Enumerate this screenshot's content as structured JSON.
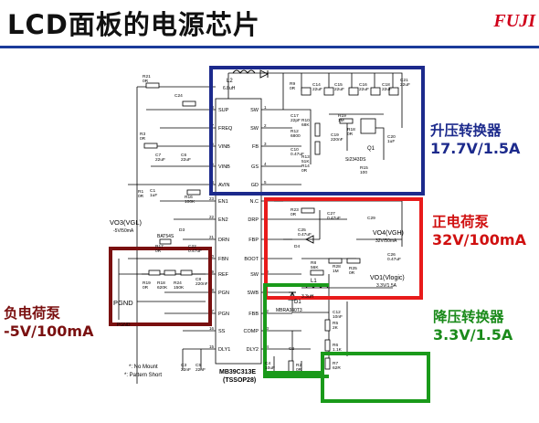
{
  "header": {
    "title": "LCD面板的电源芯片",
    "logo": "FUJI"
  },
  "callouts": {
    "boost": {
      "name": "升压转换器",
      "spec": "17.7V/1.5A",
      "color": "#1c2a8c"
    },
    "pos_pump": {
      "name": "正电荷泵",
      "spec": "32V/100mA",
      "color": "#d01010"
    },
    "neg_pump": {
      "name": "负电荷泵",
      "spec": "-5V/100mA",
      "color": "#7a1010"
    },
    "buck": {
      "name": "降压转换器",
      "spec": "3.3V/1.5A",
      "color": "#1a8a1a"
    }
  },
  "ic": {
    "part": "MB39C313E",
    "package": "(TSSOP28)",
    "left_pins": [
      {
        "num": "28",
        "name": "SUP"
      },
      {
        "num": "27",
        "name": "FREQ"
      },
      {
        "num": "26",
        "name": "VINB"
      },
      {
        "num": "25",
        "name": "VINB"
      },
      {
        "num": "24",
        "name": "AVIN"
      },
      {
        "num": "23",
        "name": "EN1"
      },
      {
        "num": "22",
        "name": "EN2"
      },
      {
        "num": "21",
        "name": "DRN"
      },
      {
        "num": "20",
        "name": "FBN"
      },
      {
        "num": "19",
        "name": "REF"
      },
      {
        "num": "18",
        "name": "PGN"
      },
      {
        "num": "17",
        "name": "PGN"
      },
      {
        "num": "16",
        "name": "SS"
      },
      {
        "num": "15",
        "name": "DLY1"
      }
    ],
    "right_pins": [
      {
        "num": "1",
        "name": "SW"
      },
      {
        "num": "2",
        "name": "SW"
      },
      {
        "num": "3",
        "name": "FB"
      },
      {
        "num": "4",
        "name": "GS"
      },
      {
        "num": "5",
        "name": "GD"
      },
      {
        "num": "6",
        "name": "N.C"
      },
      {
        "num": "7",
        "name": "DRP"
      },
      {
        "num": "8",
        "name": "FBP"
      },
      {
        "num": "9",
        "name": "BOOT"
      },
      {
        "num": "10",
        "name": "SW"
      },
      {
        "num": "11",
        "name": "SWB"
      },
      {
        "num": "12",
        "name": "FBB"
      },
      {
        "num": "13",
        "name": "COMP"
      },
      {
        "num": "14",
        "name": "DLY2"
      }
    ]
  },
  "labels": {
    "vo3": "VO3(VGL)",
    "vo3_spec": "-5V/50mA",
    "vo4": "VO4(VGH)",
    "vo4_spec": "32V/50mA",
    "vo1": "VO1(Vlogic)",
    "vo1_spec": "3.3V/1.5A",
    "pgnd": "PGND",
    "pgnd_small": "PGND",
    "l2": "L2",
    "l2_val": "6.8uH",
    "l1": "L1",
    "l1_val": "3.3uH",
    "q1": "Q1",
    "q1_part": "Si2343DS",
    "d1": "D1",
    "d1_part": "MBRA340T3",
    "note_nomount": "*: No Mount",
    "note_short": "*: Pattern Short",
    "batt": "BAT54S"
  },
  "parts": [
    {
      "id": "r21",
      "ref": "R21",
      "val": "0R"
    },
    {
      "id": "c24",
      "ref": "C24",
      "val": ""
    },
    {
      "id": "r3",
      "ref": "R3",
      "val": "0R"
    },
    {
      "id": "c7",
      "ref": "C7",
      "val": "22uF"
    },
    {
      "id": "c6",
      "ref": "C6",
      "val": "22uF"
    },
    {
      "id": "c1",
      "ref": "C1",
      "val": "1uF"
    },
    {
      "id": "r1",
      "ref": "R1",
      "val": "0R"
    },
    {
      "id": "r9",
      "ref": "R9",
      "val": "0R"
    },
    {
      "id": "c14",
      "ref": "C14",
      "val": "22uF"
    },
    {
      "id": "c15",
      "ref": "C15",
      "val": "22uF"
    },
    {
      "id": "c16",
      "ref": "C16",
      "val": "22uF"
    },
    {
      "id": "c18",
      "ref": "C18",
      "val": "22uF"
    },
    {
      "id": "c21",
      "ref": "C21",
      "val": "22uF"
    },
    {
      "id": "c17",
      "ref": "C17",
      "val": "22pF"
    },
    {
      "id": "r10",
      "ref": "R10",
      "val": "68K"
    },
    {
      "id": "r12",
      "ref": "R12",
      "val": "6800"
    },
    {
      "id": "r19",
      "ref": "R19",
      "val": "1M"
    },
    {
      "id": "c19",
      "ref": "C19",
      "val": "220nF"
    },
    {
      "id": "r18",
      "ref": "R18",
      "val": "0R"
    },
    {
      "id": "c20",
      "ref": "C20",
      "val": "1uF"
    },
    {
      "id": "c10",
      "ref": "C10",
      "val": "0.47uF"
    },
    {
      "id": "r13",
      "ref": "R13",
      "val": "51K"
    },
    {
      "id": "r14",
      "ref": "R14",
      "val": "0R"
    },
    {
      "id": "r15",
      "ref": "R15",
      "val": "100"
    },
    {
      "id": "r16",
      "ref": "R16",
      "val": "100K"
    },
    {
      "id": "r17",
      "ref": "R17",
      "val": "0R"
    },
    {
      "id": "c22",
      "ref": "C22",
      "val": "0.47uF"
    },
    {
      "id": "d3",
      "ref": "D3",
      "val": ""
    },
    {
      "id": "r23",
      "ref": "R23",
      "val": "0R"
    },
    {
      "id": "c27",
      "ref": "C27",
      "val": "0.47uF"
    },
    {
      "id": "c29",
      "ref": "C29",
      "val": ""
    },
    {
      "id": "d4",
      "ref": "D4",
      "val": ""
    },
    {
      "id": "c25",
      "ref": "C25",
      "val": "0.47uF"
    },
    {
      "id": "r28",
      "ref": "R28",
      "val": "1M"
    },
    {
      "id": "r25",
      "ref": "R25",
      "val": "0R"
    },
    {
      "id": "r8",
      "ref": "R8",
      "val": "56K"
    },
    {
      "id": "c26",
      "ref": "C26",
      "val": "0.47uF"
    },
    {
      "id": "r19n",
      "ref": "R19",
      "val": "0R"
    },
    {
      "id": "r18n",
      "ref": "R18",
      "val": "620K"
    },
    {
      "id": "r24",
      "ref": "R24",
      "val": "150K"
    },
    {
      "id": "c8",
      "ref": "C8",
      "val": "220nF"
    },
    {
      "id": "c12",
      "ref": "C12",
      "val": "10nF"
    },
    {
      "id": "r5",
      "ref": "R5",
      "val": "2K"
    },
    {
      "id": "r6",
      "ref": "R6",
      "val": "1.1K"
    },
    {
      "id": "r7",
      "ref": "R7",
      "val": "62R"
    },
    {
      "id": "c2",
      "ref": "C2",
      "val": ""
    },
    {
      "id": "c4",
      "ref": "C4",
      "val": "10uF"
    },
    {
      "id": "r2",
      "ref": "R2",
      "val": "0R"
    },
    {
      "id": "c3",
      "ref": "C3",
      "val": "22nF"
    },
    {
      "id": "c5",
      "ref": "C5",
      "val": "22nF"
    }
  ]
}
